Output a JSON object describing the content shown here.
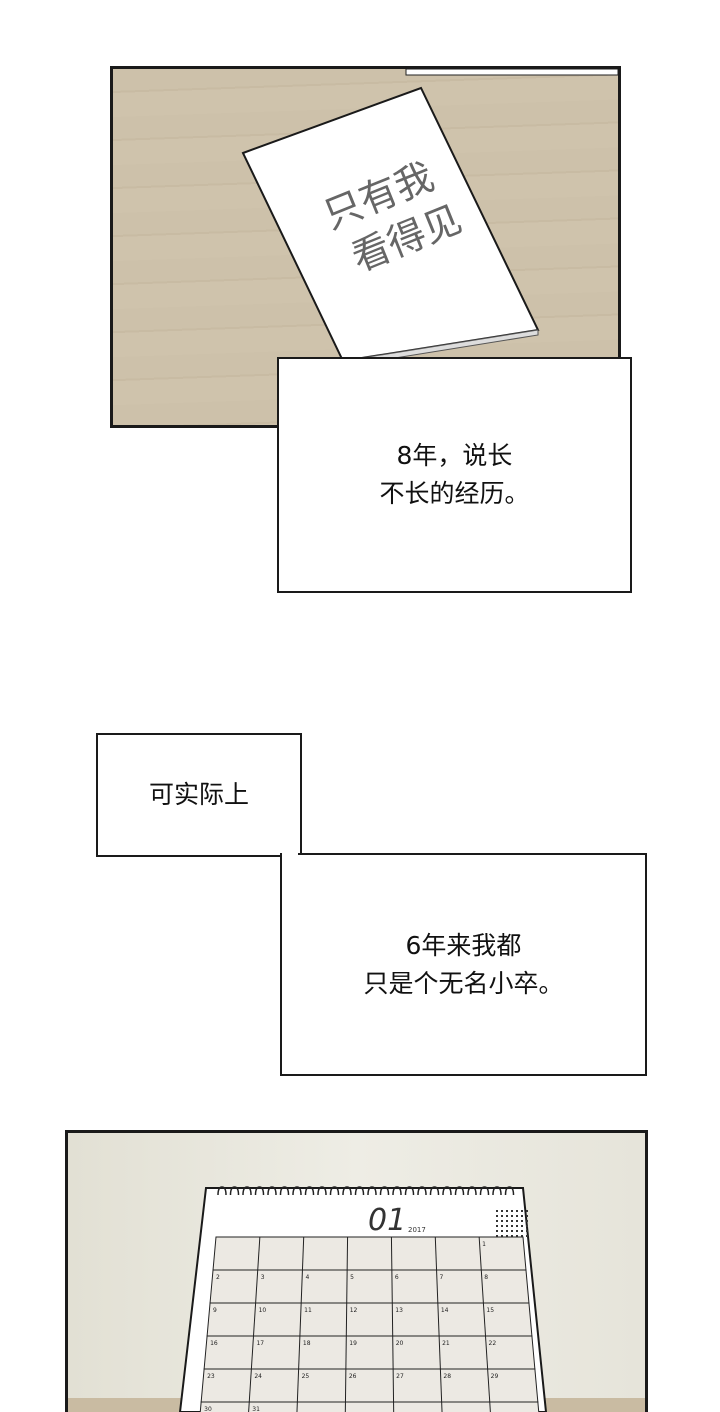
{
  "panel1": {
    "card_text_line1": "只有我",
    "card_text_line2": "看得见",
    "desk_color": "#cdc1aa"
  },
  "caption1": {
    "line1": "8年，说长",
    "line2": "不长的经历。"
  },
  "caption2": {
    "text": "可实际上"
  },
  "caption3": {
    "line1": "6年来我都",
    "line2": "只是个无名小卒。"
  },
  "calendar": {
    "month": "01",
    "year": "2017",
    "days": [
      "",
      "",
      "",
      "",
      "",
      "",
      "1",
      "2",
      "3",
      "4",
      "5",
      "6",
      "7",
      "8",
      "9",
      "10",
      "11",
      "12",
      "13",
      "14",
      "15",
      "16",
      "17",
      "18",
      "19",
      "20",
      "21",
      "22",
      "23",
      "24",
      "25",
      "26",
      "27",
      "28",
      "29",
      "30",
      "31"
    ]
  }
}
